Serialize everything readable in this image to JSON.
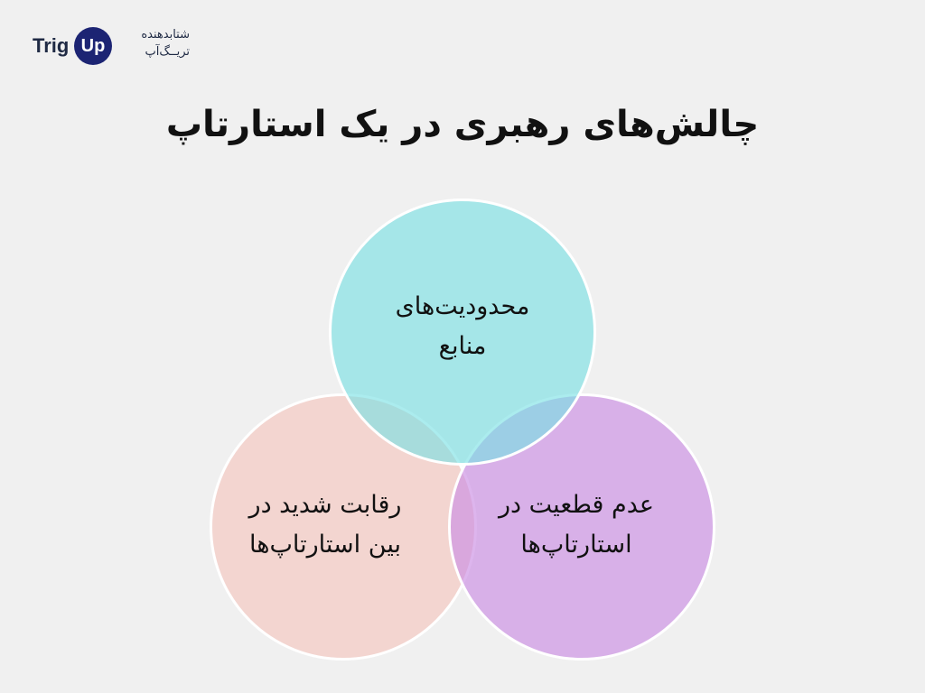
{
  "brand": {
    "name_left": "Trig",
    "name_circle": "Up",
    "fa_line1": "شتابدهنده",
    "fa_line2": "تریــگ‌آپ",
    "circle_color": "#1c2473"
  },
  "diagram": {
    "title": "چالش‌های رهبری در یک استارتاپ",
    "circles": [
      {
        "line1": "محدودیت‌های",
        "line2": "منابع",
        "color": "#78e0e4"
      },
      {
        "line1": "رقابت شدید در",
        "line2": "بین استارتاپ‌ها",
        "color": "#f6b8ae"
      },
      {
        "line1": "عدم قطعیت در",
        "line2": "استارتاپ‌ها",
        "color": "#cc8ee4"
      }
    ]
  }
}
